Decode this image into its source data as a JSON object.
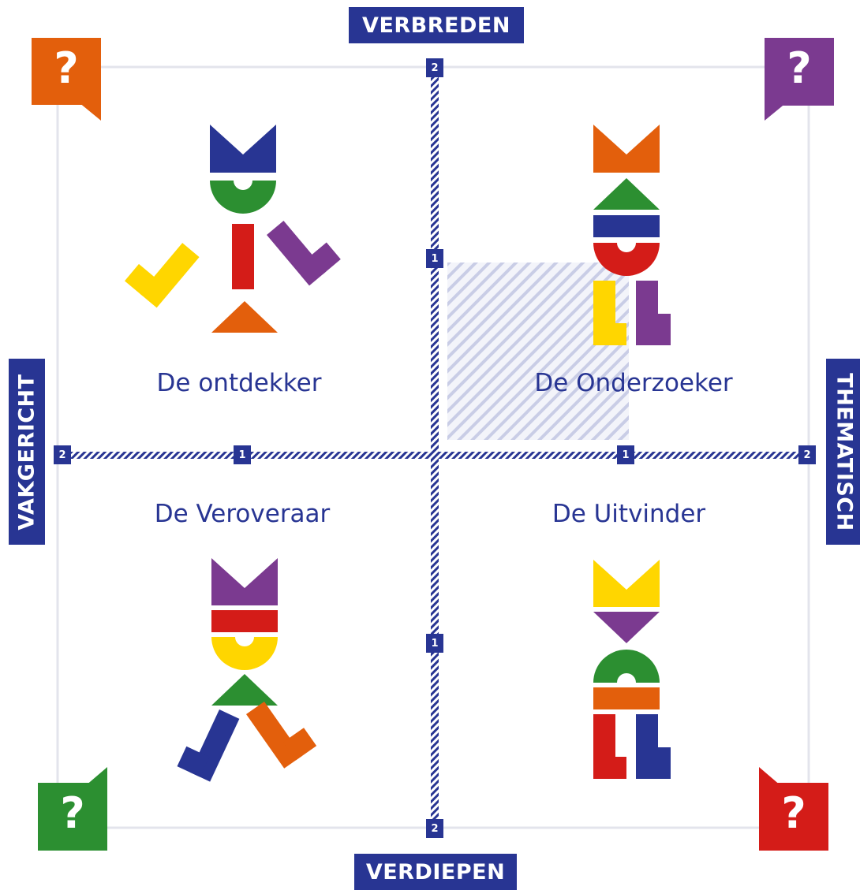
{
  "axes": {
    "top": "VERBREDEN",
    "bottom": "VERDIEPEN",
    "left": "VAKGERICHT",
    "right": "THEMATISCH"
  },
  "ticks": {
    "top_outer": "2",
    "top_inner": "1",
    "bottom_inner": "1",
    "bottom_outer": "2",
    "left_outer": "2",
    "left_inner": "1",
    "right_inner": "1",
    "right_outer": "2"
  },
  "quadrants": {
    "top_left": "De ontdekker",
    "top_right": "De Onderzoeker",
    "bottom_left": "De Veroveraar",
    "bottom_right": "De Uitvinder"
  },
  "corners": {
    "top_left": {
      "symbol": "?",
      "color": "#e35f0c"
    },
    "top_right": {
      "symbol": "?",
      "color": "#7b3a90"
    },
    "bottom_left": {
      "symbol": "?",
      "color": "#2c8f31"
    },
    "bottom_right": {
      "symbol": "?",
      "color": "#d41c18"
    }
  },
  "colors": {
    "navy": "#283593",
    "green": "#2c8f31",
    "red": "#d41c18",
    "yellow": "#ffd600",
    "purple": "#7b3a90",
    "orange": "#e35f0c"
  }
}
